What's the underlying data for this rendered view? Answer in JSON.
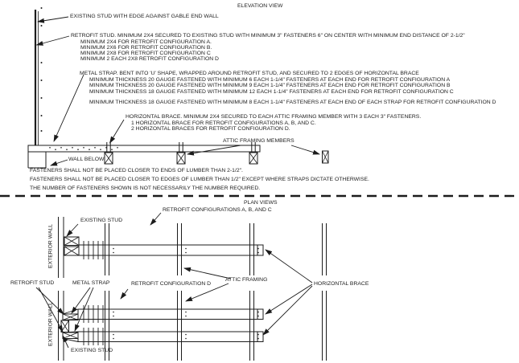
{
  "titles": {
    "elevation": "ELEVATION VIEW",
    "plan": "PLAN VIEWS"
  },
  "elevation": {
    "existing_stud_label": "EXISTING STUD WITH EDGE AGAINST GABLE END WALL",
    "retrofit_stud": {
      "main": "RETROFIT STUD.  MINIMUM 2X4 SECURED TO EXISTING STUD WITH MINIMUM 3\" FASTENERS 6\" ON CENTER WITH MINIMUM END DISTANCE OF 2-1/2\"",
      "lines": [
        "MINIMUM 2X4 FOR RETROFIT CONFIGURATION A.",
        "MINIMUM 2X6 FOR RETROFIT CONFIGURATION B.",
        "MINIMUM 2X8 FOR RETROFIT CONFIGURATION C",
        "MINIMUM 2 EACH 2X8 RETROFIT CONFIGURATION D"
      ]
    },
    "metal_strap": {
      "main": "METAL STRAP.  BENT INTO 'U' SHAPE, WRAPPED AROUND RETROFIT STUD, AND SECURED TO 2 EDGES OF HORIZONTAL BRACE",
      "lines": [
        "MINIMUM THICKNESS 20 GAUGE FASTENED WITH MINIMUM 6 EACH 1-1/4\" FASTENERS AT EACH END FOR RETROFIT CONFIGURATION A",
        "MINIMUM THICKNESS 20 GAUGE FASTENED WITH MINIMUM 9 EACH 1-1/4\" FASTENERS AT EACH END FOR RETROFIT CONFIGURATION B",
        "MINIMUM THICKNESS 18 GAUGE FASTENED WITH MINIMUM 12 EACH 1-1/4\" FASTENERS AT EACH END FOR RETROFIT CONFIGURATION C"
      ],
      "line_d": "MINIMUM THICKNESS 18 GAUGE FASTENED WITH MINIMUM 8 EACH 1-1/4\" FASTENERS AT EACH END OF EACH STRAP FOR RETROFIT CONFIGURATION D"
    },
    "horizontal_brace": {
      "main": "HORIZONTAL BRACE.  MINIMUM 2X4 SECURED TO EACH ATTIC FRAMING MEMBER WITH 3 EACH 3\" FASTENERS.",
      "lines": [
        "1 HORIZONTAL BRACE FOR RETROFIT CONFIGURATIONS A, B, AND C.",
        "2 HORIZONTAL BRACES FOR RETROFIT CONFIGURATION D."
      ]
    },
    "attic_framing_label": "ATTIC FRAMING MEMBERS",
    "wall_below_label": "WALL BELOW"
  },
  "notes": [
    "FASTENERS SHALL NOT BE PLACED CLOSER TO ENDS OF LUMBER THAN 2-1/2\".",
    "FASTENERS SHALL NOT BE PLACED CLOSER TO EDGES OF LUMBER THAN 1/2\" EXCEPT WHERE STRAPS DICTATE OTHERWISE.",
    "THE NUMBER OF FASTENERS SHOWN IS NOT NECESSARILY THE NUMBER REQUIRED."
  ],
  "plan": {
    "config_abc_label": "RETROFIT CONFIGURATIONS A, B, AND C",
    "config_d_label": "RETROFIT CONFIGURATION D",
    "exterior_wall_label": "EXTERIOR WALL",
    "existing_stud_label": "EXISTING STUD",
    "retrofit_stud_label": "RETROFIT STUD",
    "metal_strap_label": "METAL STRAP",
    "attic_framing_label": "ATTIC FRAMING",
    "horizontal_brace_label": "HORIZONTAL BRACE"
  },
  "colors": {
    "line": "#1c1c1c",
    "background": "#ffffff"
  }
}
